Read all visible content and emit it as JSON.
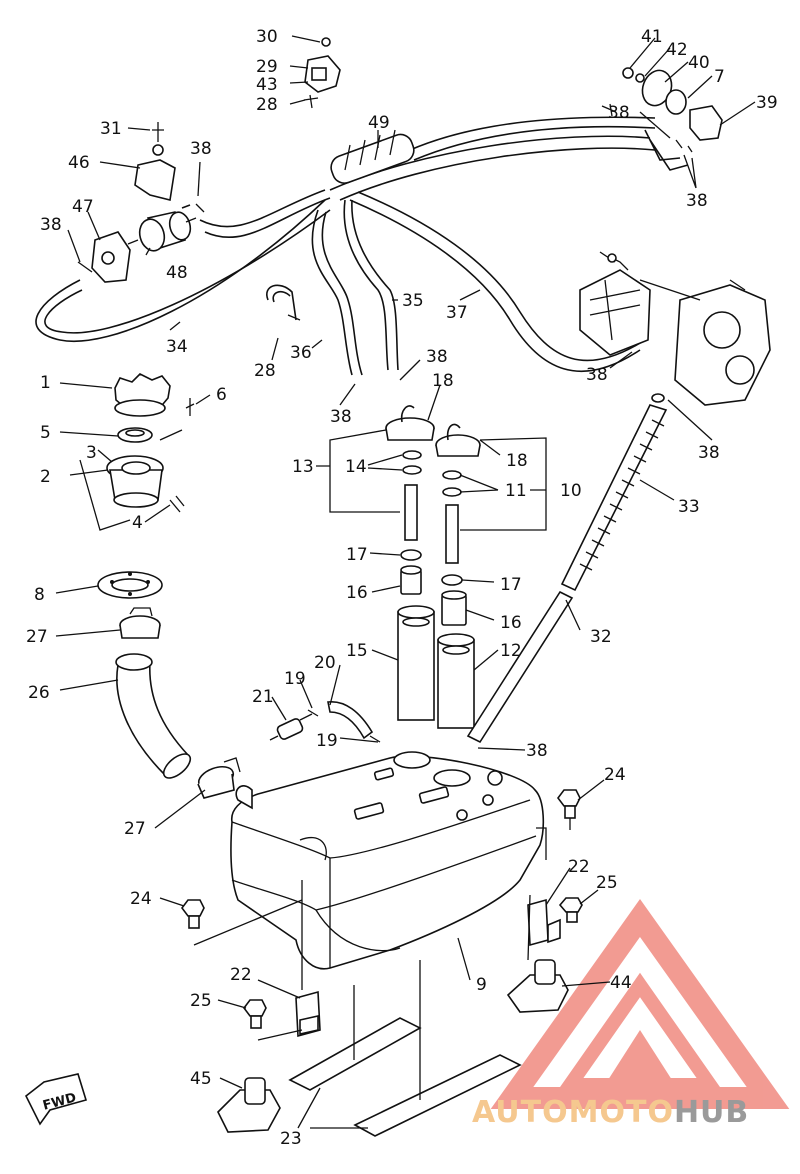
{
  "diagram": {
    "callouts": [
      {
        "id": "c30",
        "text": "30"
      },
      {
        "id": "c29",
        "text": "29"
      },
      {
        "id": "c43",
        "text": "43"
      },
      {
        "id": "c28a",
        "text": "28"
      },
      {
        "id": "c41",
        "text": "41"
      },
      {
        "id": "c42",
        "text": "42"
      },
      {
        "id": "c40",
        "text": "40"
      },
      {
        "id": "c7",
        "text": "7"
      },
      {
        "id": "c39",
        "text": "39"
      },
      {
        "id": "c38a",
        "text": "38"
      },
      {
        "id": "c38b",
        "text": "38"
      },
      {
        "id": "c49",
        "text": "49"
      },
      {
        "id": "c31",
        "text": "31"
      },
      {
        "id": "c46",
        "text": "46"
      },
      {
        "id": "c38c",
        "text": "38"
      },
      {
        "id": "c47",
        "text": "47"
      },
      {
        "id": "c38d",
        "text": "38"
      },
      {
        "id": "c48",
        "text": "48"
      },
      {
        "id": "c34",
        "text": "34"
      },
      {
        "id": "c35",
        "text": "35"
      },
      {
        "id": "c37",
        "text": "37"
      },
      {
        "id": "c28b",
        "text": "28"
      },
      {
        "id": "c36",
        "text": "36"
      },
      {
        "id": "c38e",
        "text": "38"
      },
      {
        "id": "c38f",
        "text": "38"
      },
      {
        "id": "c38g",
        "text": "38"
      },
      {
        "id": "c1",
        "text": "1"
      },
      {
        "id": "c6",
        "text": "6"
      },
      {
        "id": "c5",
        "text": "5"
      },
      {
        "id": "c3",
        "text": "3"
      },
      {
        "id": "c2",
        "text": "2"
      },
      {
        "id": "c4",
        "text": "4"
      },
      {
        "id": "c18a",
        "text": "18"
      },
      {
        "id": "c13",
        "text": "13"
      },
      {
        "id": "c14",
        "text": "14"
      },
      {
        "id": "c18b",
        "text": "18"
      },
      {
        "id": "c11",
        "text": "11"
      },
      {
        "id": "c10",
        "text": "10"
      },
      {
        "id": "c38h",
        "text": "38"
      },
      {
        "id": "c33",
        "text": "33"
      },
      {
        "id": "c17a",
        "text": "17"
      },
      {
        "id": "c17b",
        "text": "17"
      },
      {
        "id": "c16a",
        "text": "16"
      },
      {
        "id": "c16b",
        "text": "16"
      },
      {
        "id": "c8",
        "text": "8"
      },
      {
        "id": "c27a",
        "text": "27"
      },
      {
        "id": "c15",
        "text": "15"
      },
      {
        "id": "c12",
        "text": "12"
      },
      {
        "id": "c32",
        "text": "32"
      },
      {
        "id": "c20",
        "text": "20"
      },
      {
        "id": "c26",
        "text": "26"
      },
      {
        "id": "c21",
        "text": "21"
      },
      {
        "id": "c19a",
        "text": "19"
      },
      {
        "id": "c19b",
        "text": "19"
      },
      {
        "id": "c38i",
        "text": "38"
      },
      {
        "id": "c24a",
        "text": "24"
      },
      {
        "id": "c27b",
        "text": "27"
      },
      {
        "id": "c22a",
        "text": "22"
      },
      {
        "id": "c25a",
        "text": "25"
      },
      {
        "id": "c24b",
        "text": "24"
      },
      {
        "id": "c9",
        "text": "9"
      },
      {
        "id": "c44",
        "text": "44"
      },
      {
        "id": "c22b",
        "text": "22"
      },
      {
        "id": "c25b",
        "text": "25"
      },
      {
        "id": "c45",
        "text": "45"
      },
      {
        "id": "c23",
        "text": "23"
      }
    ],
    "fwd_label": "FWD"
  },
  "watermark": {
    "part1": "AUTO",
    "part2": "MOTO",
    "part3": "HUB",
    "colors": {
      "auto": "#f5c88f",
      "moto": "#f5c88f",
      "hub": "#9a9a9a",
      "logo": "#f08a80"
    }
  }
}
